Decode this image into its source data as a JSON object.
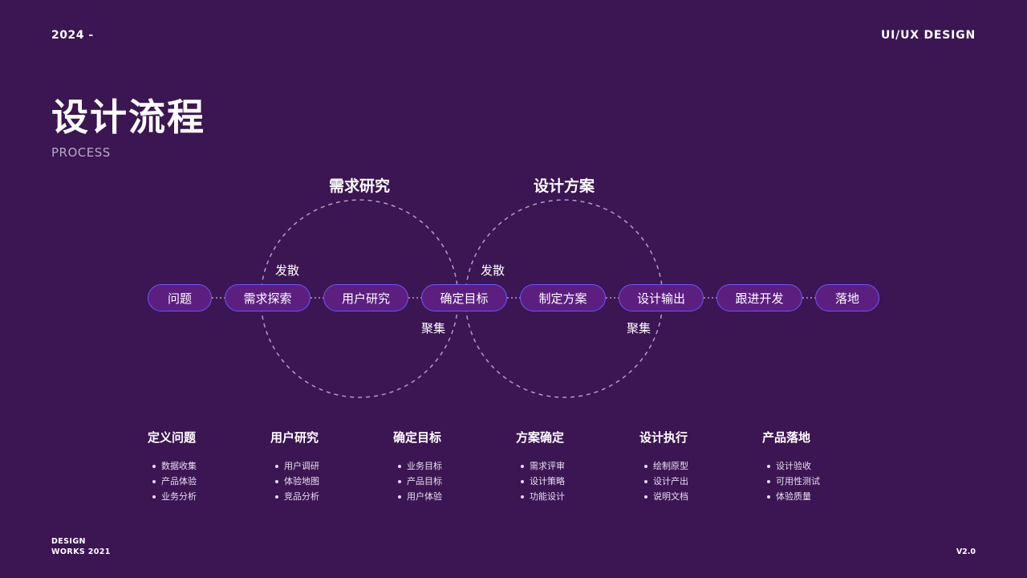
{
  "header": {
    "year": "2024 -",
    "brand": "UI/UX  DESIGN"
  },
  "page": {
    "title": "设计流程",
    "subtitle": "PROCESS"
  },
  "phases": [
    {
      "title": "需求研究",
      "diverge": "发散",
      "converge": "聚集"
    },
    {
      "title": "设计方案",
      "diverge": "发散",
      "converge": "聚集"
    }
  ],
  "steps": [
    "问题",
    "需求探索",
    "用户研究",
    "确定目标",
    "制定方案",
    "设计输出",
    "跟进开发",
    "落地"
  ],
  "columns": [
    {
      "title": "定义问题",
      "items": [
        "数据收集",
        "产品体验",
        "业务分析"
      ]
    },
    {
      "title": "用户研究",
      "items": [
        "用户调研",
        "体验地图",
        "竞品分析"
      ]
    },
    {
      "title": "确定目标",
      "items": [
        "业务目标",
        "产品目标",
        "用户体验"
      ]
    },
    {
      "title": "方案确定",
      "items": [
        "需求评审",
        "设计策略",
        "功能设计"
      ]
    },
    {
      "title": "设计执行",
      "items": [
        "绘制原型",
        "设计产出",
        "说明文档"
      ]
    },
    {
      "title": "产品落地",
      "items": [
        "设计验收",
        "可用性测试",
        "体验质量"
      ]
    }
  ],
  "footer": {
    "line1": "DESIGN",
    "line2": "WORKS 2021",
    "version": "V2.0"
  },
  "colors": {
    "background": "#3b1652",
    "pill_fill": "#5c1f80",
    "pill_border": "#6a55ff",
    "circle_stroke": "#b59ac8"
  }
}
